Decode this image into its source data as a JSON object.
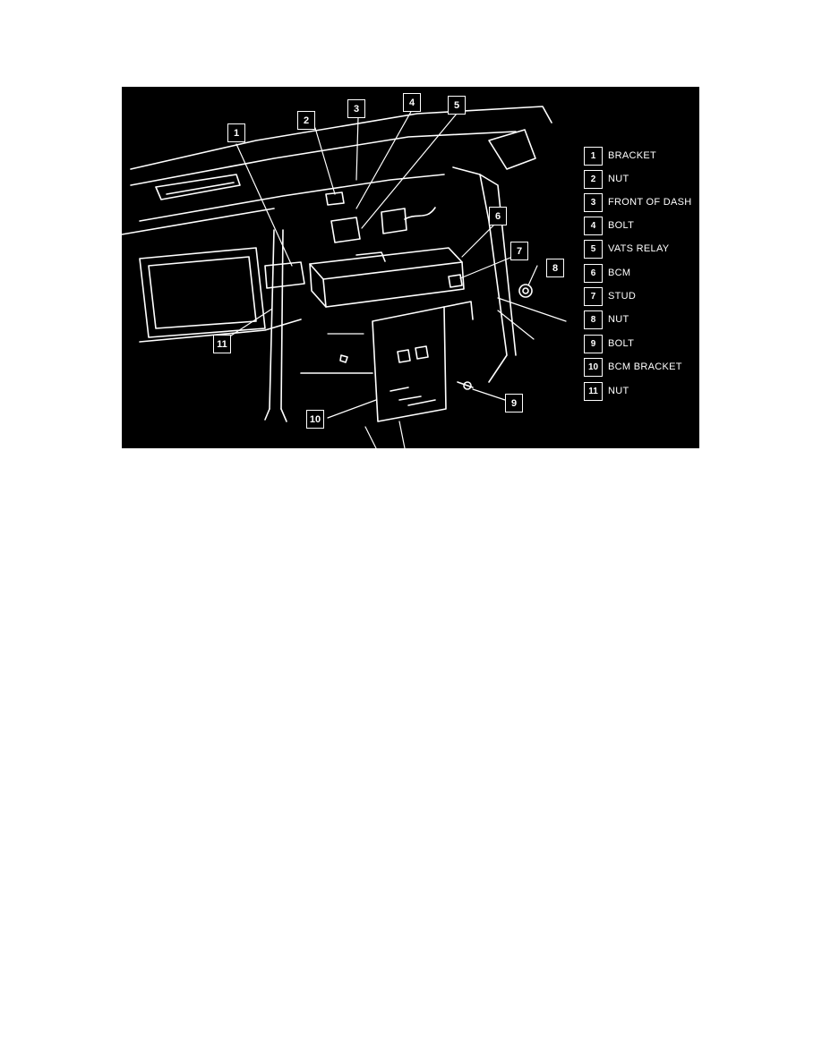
{
  "colors": {
    "background": "#000000",
    "line_art": "#ffffff",
    "page": "#ffffff"
  },
  "callouts": [
    {
      "id": "1"
    },
    {
      "id": "2"
    },
    {
      "id": "3"
    },
    {
      "id": "4"
    },
    {
      "id": "5"
    },
    {
      "id": "6"
    },
    {
      "id": "7"
    },
    {
      "id": "8"
    },
    {
      "id": "9"
    },
    {
      "id": "10"
    },
    {
      "id": "11"
    }
  ],
  "legend": [
    {
      "num": "1",
      "label": "BRACKET"
    },
    {
      "num": "2",
      "label": "NUT"
    },
    {
      "num": "3",
      "label": "FRONT OF DASH"
    },
    {
      "num": "4",
      "label": "BOLT"
    },
    {
      "num": "5",
      "label": "VATS RELAY"
    },
    {
      "num": "6",
      "label": "BCM"
    },
    {
      "num": "7",
      "label": "STUD"
    },
    {
      "num": "8",
      "label": "NUT"
    },
    {
      "num": "9",
      "label": "BOLT"
    },
    {
      "num": "10",
      "label": "BCM BRACKET"
    },
    {
      "num": "11",
      "label": "NUT"
    }
  ]
}
